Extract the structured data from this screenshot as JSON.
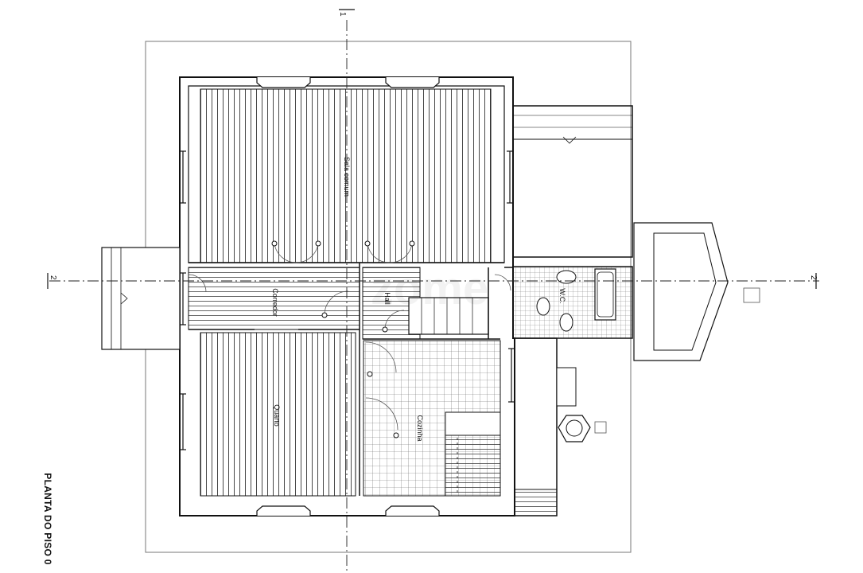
{
  "drawing": {
    "title": "PLANTA DO PISO 0",
    "axis_markers": {
      "top": "1",
      "left": "2",
      "right": "2"
    }
  },
  "rooms": {
    "sala": "Sala comum",
    "corredor": "Corredor",
    "hall": "Hall",
    "wc": "W.C.",
    "quarto": "Quarto",
    "cozinha": "Cozinha"
  },
  "watermark": "zome"
}
